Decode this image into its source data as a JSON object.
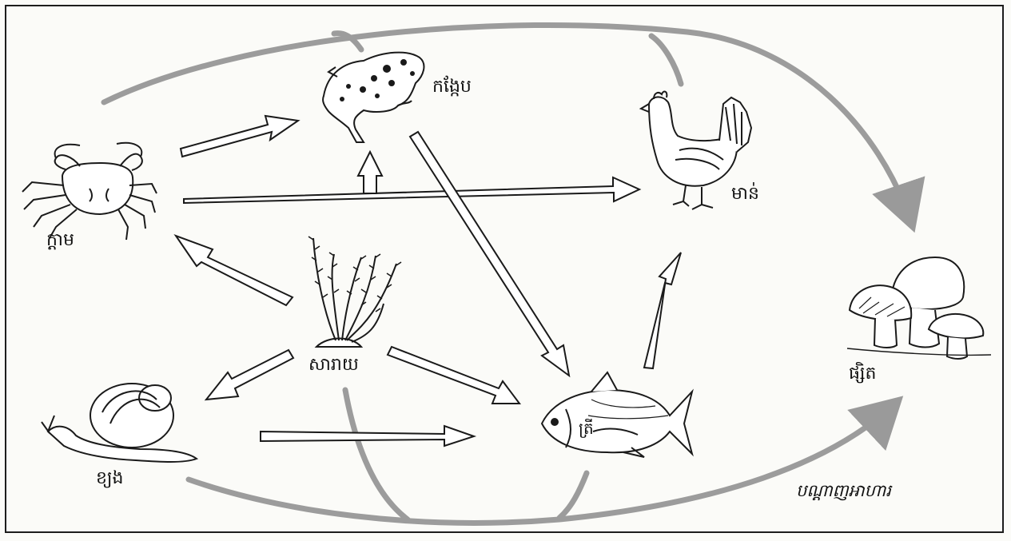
{
  "diagram": {
    "title": "បណ្ដាញអាហារ",
    "organisms": {
      "crab": "ក្ដាម",
      "frog": "កង្កែប",
      "chicken": "មាន់",
      "plant": "សារាយ",
      "snail": "ខ្យង",
      "fish": "ត្រី",
      "mushroom": "ផ្សិត"
    },
    "feeding_links": [
      {
        "from": "crab",
        "to": "frog"
      },
      {
        "from": "crab",
        "to": "chicken"
      },
      {
        "from": "plant",
        "to": "crab"
      },
      {
        "from": "plant",
        "to": "snail"
      },
      {
        "from": "plant",
        "to": "fish"
      },
      {
        "from": "snail",
        "to": "fish"
      },
      {
        "from": "frog",
        "to": "fish"
      },
      {
        "from": "fish",
        "to": "chicken"
      },
      {
        "from": "plant",
        "to": "frog"
      }
    ],
    "decomposition_links": [
      {
        "from": "frog",
        "to": "mushroom"
      },
      {
        "from": "chicken",
        "to": "mushroom"
      },
      {
        "from": "crab",
        "to": "mushroom"
      },
      {
        "from": "snail",
        "to": "mushroom"
      },
      {
        "from": "plant",
        "to": "mushroom"
      },
      {
        "from": "fish",
        "to": "mushroom"
      }
    ],
    "colors": {
      "outline": "#1a1a1a",
      "decomposer_arrow": "#9a9a9a",
      "background": "#fbfbf8"
    }
  }
}
